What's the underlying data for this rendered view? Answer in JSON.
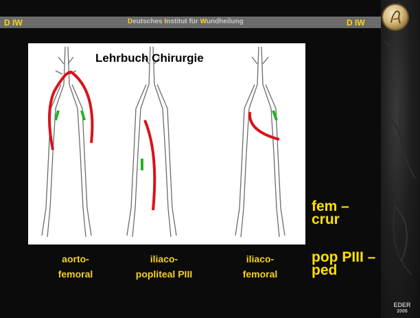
{
  "header": {
    "left_acronym": "D IW",
    "right_acronym": "D IW",
    "institute": {
      "p1": "D",
      "w1": "eutsches ",
      "p2": "I",
      "w2": "nstitut für ",
      "p3": "W",
      "w3": "undheilung"
    }
  },
  "figure": {
    "title": "Lehrbuch Chirurgie"
  },
  "captions": [
    {
      "line1": "aorto-",
      "line2": "femoral"
    },
    {
      "line1": "iliaco-",
      "line2": "popliteal PIII"
    },
    {
      "line1": "iliaco-",
      "line2": "femoral"
    }
  ],
  "side_labels": {
    "label1_line1": "fem –",
    "label1_line2": "crur",
    "label2_line1": "pop PIII –",
    "label2_line2": "ped"
  },
  "footer": {
    "name": "EDER",
    "year": "2006"
  },
  "colors": {
    "accent_yellow": "#ffd21a",
    "bypass_red": "#d9121b",
    "graft_green": "#22b324"
  }
}
